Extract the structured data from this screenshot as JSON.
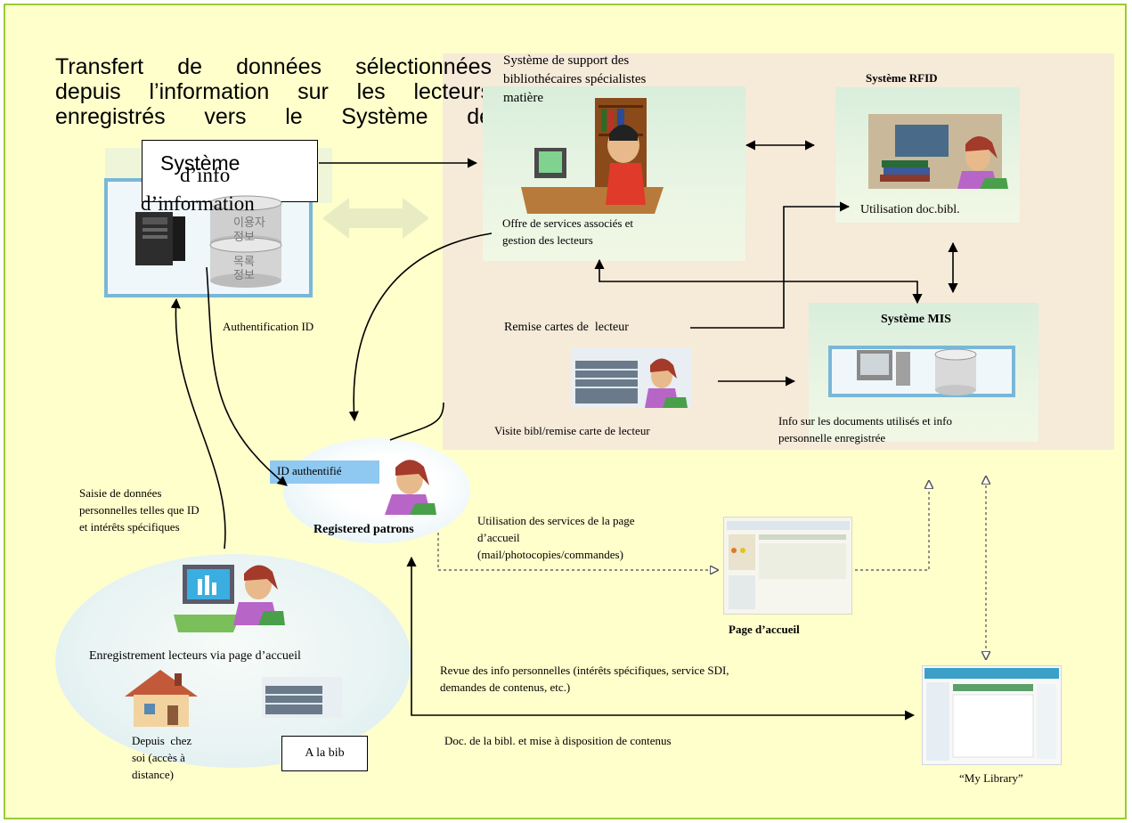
{
  "title": {
    "line1": "Transfert de données sélectionnées",
    "line2": "depuis l’information sur les lecteurs",
    "line3": "enregistrés vers le Système de"
  },
  "systems": {
    "info": {
      "label_box_line1": "Système",
      "label_box_line2": "d’info",
      "label_overflow": "d’information",
      "db_label_1": "이용자",
      "db_label_1b": "정보",
      "db_label_2": "목록",
      "db_label_2b": "정보"
    },
    "support": {
      "title_line1": "Système de support des",
      "title_line2": "bibliothécaires spécialistes",
      "title_line3": "matière",
      "caption_line1": "Offre de services associés et",
      "caption_line2": "gestion des lecteurs"
    },
    "rfid": {
      "title": "Système RFID",
      "caption": "Utilisation doc.bibl."
    },
    "mis": {
      "title": "Système MIS",
      "caption_line1": "Info sur les documents utilisés et info",
      "caption_line2": "personnelle enregistrée"
    }
  },
  "labels": {
    "authentification": "Authentification ID",
    "remise_cartes": "Remise cartes de  lecteur",
    "visite_bibl": "Visite bibl/remise carte de lecteur",
    "id_authentifie": "ID authentifié",
    "registered_patrons": "Registered patrons",
    "saisie_line1": "Saisie de données",
    "saisie_line2": "personnelles telles que ID",
    "saisie_line3": "et intérêts spécifiques",
    "utilisation_line1": "Utilisation des services de la page",
    "utilisation_line2": "d’accueil",
    "utilisation_line3": "(mail/photocopies/commandes)",
    "page_accueil": "Page d’accueil",
    "enregistrement": "Enregistrement lecteurs via page d’accueil",
    "depuis_line1": "Depuis  chez",
    "depuis_line2": "soi (accès à",
    "depuis_line3": "distance)",
    "a_la_bib": "A la bib",
    "revue_line1": "Revue des info personnelles (intérêts spécifiques, service SDI,",
    "revue_line2": "demandes de contenus, etc.)",
    "doc_bibl": "Doc. de la bibl. et mise à disposition de contenus",
    "my_library": "“My Library”"
  },
  "colors": {
    "background": "#ffffcc",
    "frame_border": "#99cc33",
    "panel_peach": "#f6ead9",
    "panel_mint": "#dfefdc",
    "id_box": "#8fc8f0",
    "screen_border": "#79b7d8"
  }
}
